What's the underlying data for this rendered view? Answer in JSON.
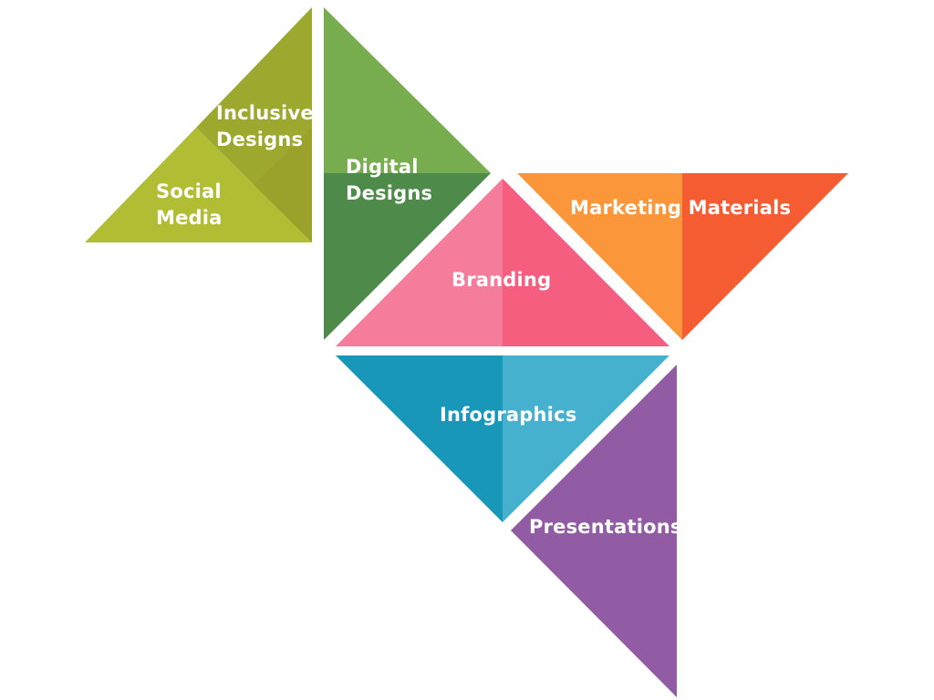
{
  "pieces": {
    "inclusive_designs": {
      "line1": "Inclusive",
      "line2": "Designs",
      "color_light": "#9ca82e",
      "color_dark": "#9aa22b"
    },
    "social_media": {
      "line1": "Social",
      "line2": "Media",
      "color_light": "#b1bd33",
      "color_dark": "#a6b22e"
    },
    "digital_designs": {
      "line1": "Digital",
      "line2": "Designs",
      "color_light": "#78ad4f",
      "color_dark": "#4e8a49"
    },
    "marketing_materials": {
      "label": "Marketing Materials",
      "color_light": "#fc963b",
      "color_dark": "#f55c32"
    },
    "branding": {
      "label": "Branding",
      "color_light": "#f67c9c",
      "color_dark": "#f55e7f"
    },
    "infographics": {
      "label": "Infographics",
      "color_light": "#46b0cf",
      "color_dark": "#1897b9"
    },
    "presentations": {
      "label": "Presentations",
      "color_light": "#915ca4",
      "color_dark": "#8e5aa2"
    }
  }
}
